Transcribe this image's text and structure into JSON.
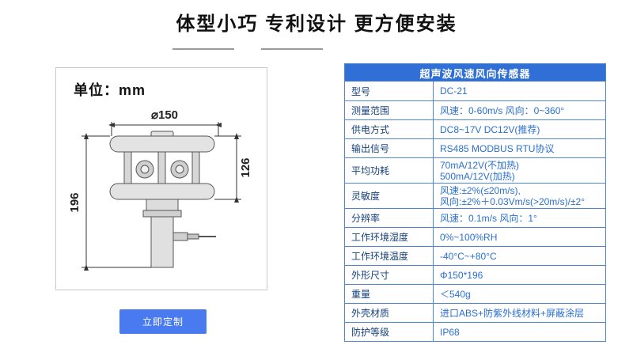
{
  "page": {
    "title": "体型小巧 专利设计 更方便安装"
  },
  "diagram": {
    "unit_label": "单位：mm",
    "dim_diameter": "⌀150",
    "dim_height_inner": "126",
    "dim_height_total": "196"
  },
  "cta": {
    "label": "立即定制"
  },
  "spec_table": {
    "header": "超声波风速风向传感器",
    "rows": [
      {
        "label": "型号",
        "value": "DC-21"
      },
      {
        "label": "测量范围",
        "value": "风速：0-60m/s  风向：0~360°"
      },
      {
        "label": "供电方式",
        "value": "DC8~17V  DC12V(推荐)"
      },
      {
        "label": "输出信号",
        "value": "RS485  MODBUS RTU协议"
      },
      {
        "label": "平均功耗",
        "value": "70mA/12V(不加热)\n500mA/12V(加热)"
      },
      {
        "label": "灵敏度",
        "value": "风速:±2%(≤20m/s),\n风向:±2%＋0.03Vm/s(>20m/s)/±2°"
      },
      {
        "label": "分辨率",
        "value": "风速：0.1m/s  风向：1°"
      },
      {
        "label": "工作环境湿度",
        "value": "0%~100%RH"
      },
      {
        "label": "工作环境温度",
        "value": "-40°C~+80°C"
      },
      {
        "label": "外形尺寸",
        "value": "Φ150*196"
      },
      {
        "label": "重量",
        "value": "＜540g"
      },
      {
        "label": "外壳材质",
        "value": "进口ABS+防紫外线材料+屏蔽涂层"
      },
      {
        "label": "防护等级",
        "value": "IP68"
      }
    ]
  },
  "colors": {
    "accent": "#2f6fd6",
    "value_text": "#2a6fd1",
    "label_text": "#16407c",
    "table_border": "#4f86cf",
    "button": "#4a7af0"
  }
}
